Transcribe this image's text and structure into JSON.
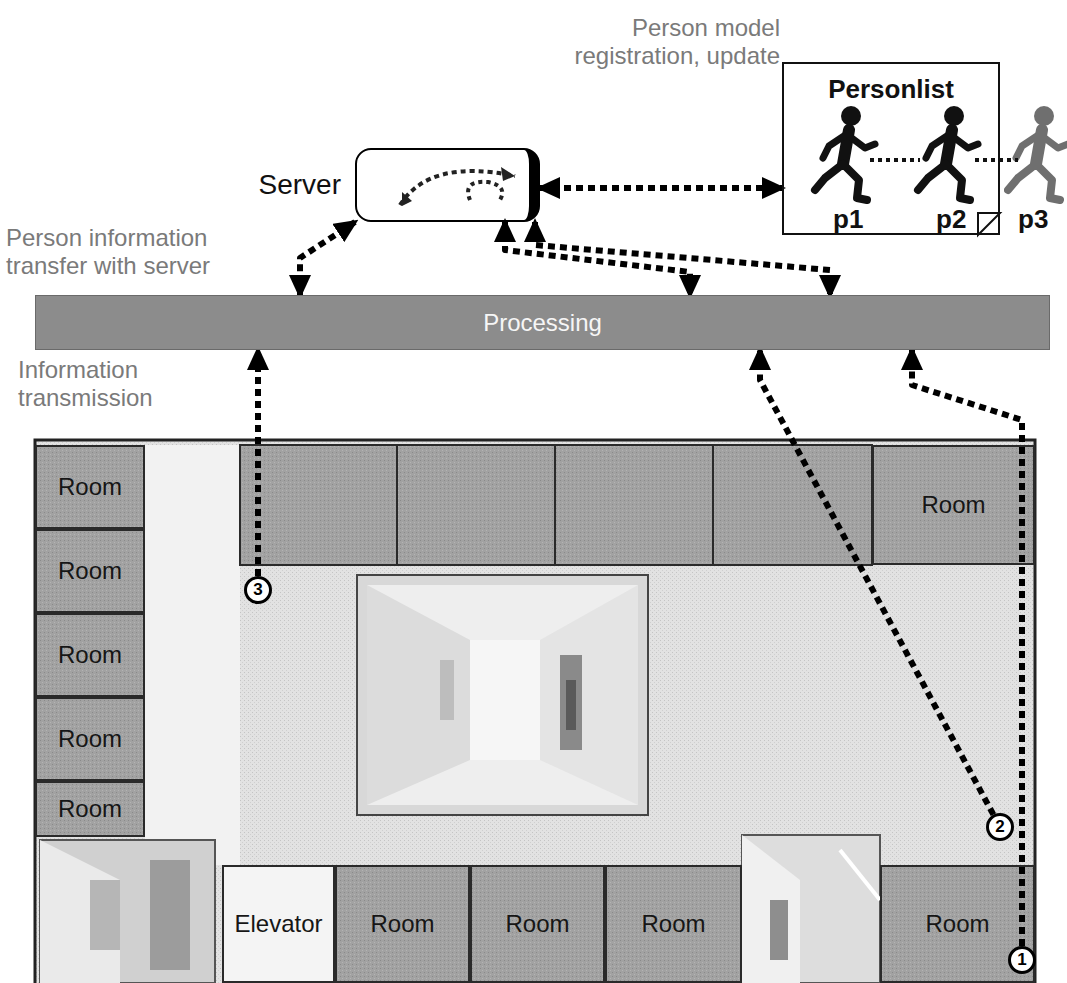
{
  "diagram": {
    "nodes": [
      {
        "text": [
          "Server"
        ]
      },
      {
        "text": [
          "Personlist"
        ]
      },
      {
        "text": [
          "Processing"
        ]
      },
      {
        "text": [
          "Room"
        ]
      },
      {
        "text": [
          "Room"
        ]
      },
      {
        "text": [
          "Room"
        ]
      },
      {
        "text": [
          "Room"
        ]
      },
      {
        "text": [
          "Room"
        ]
      },
      {
        "text": [
          "Room"
        ]
      },
      {
        "text": [
          "3"
        ]
      },
      {
        "text": [
          "2"
        ]
      },
      {
        "text": [
          "Elevator"
        ]
      },
      {
        "text": [
          "Room"
        ]
      },
      {
        "text": [
          "Room"
        ]
      },
      {
        "text": [
          "Room"
        ]
      },
      {
        "text": [
          "Room"
        ]
      },
      {
        "text": [
          "1"
        ]
      }
    ],
    "edges": [
      {
        "from": 0,
        "to": 1,
        "arrow": "both"
      },
      {
        "from": 0,
        "to": 2,
        "arrow": "both"
      },
      {
        "from": 0,
        "to": 2,
        "arrow": "both"
      },
      {
        "from": 0,
        "to": 2,
        "arrow": "both"
      },
      {
        "from": 9,
        "to": 2,
        "arrow": "to"
      },
      {
        "from": 10,
        "to": 2,
        "arrow": "to"
      },
      {
        "from": 16,
        "to": 2,
        "arrow": "to"
      }
    ],
    "labels": [
      "Person model registration, update",
      "Person information transfer with server",
      "Information transmission",
      "p1",
      "p2",
      "p3"
    ]
  }
}
